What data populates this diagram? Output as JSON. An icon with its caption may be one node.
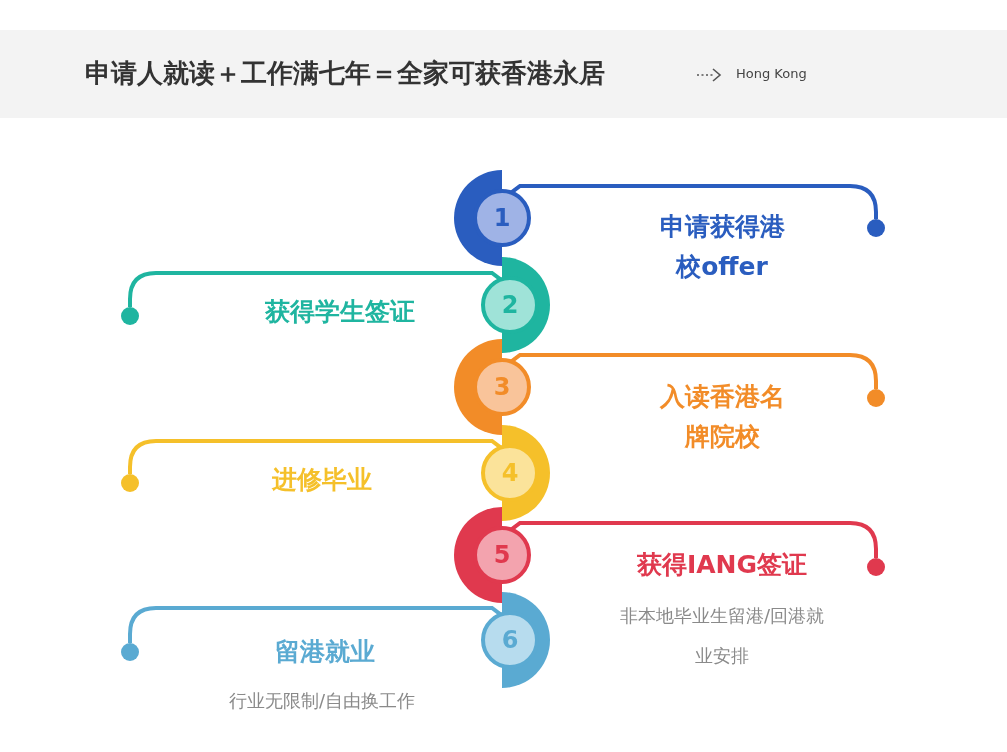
{
  "diagram": {
    "title": "申请人就读＋工作满七年＝全家可获香港永居",
    "nodes": [
      {
        "text": [
          "1"
        ]
      },
      {
        "text": [
          "2"
        ]
      },
      {
        "text": [
          "3"
        ]
      },
      {
        "text": [
          "4"
        ]
      },
      {
        "text": [
          "5"
        ]
      },
      {
        "text": [
          "6"
        ]
      },
      {
        "text": [],
        "shape": "circle"
      },
      {
        "text": [],
        "shape": "circle"
      },
      {
        "text": [],
        "shape": "circle"
      },
      {
        "text": [],
        "shape": "circle"
      },
      {
        "text": [],
        "shape": "circle"
      },
      {
        "text": [],
        "shape": "circle"
      }
    ],
    "edges": [
      {
        "from": 0,
        "to": 6,
        "arrow": "none",
        "color": "#2a5dbf"
      },
      {
        "from": 1,
        "to": 7,
        "arrow": "none",
        "color": "#1fb5a0"
      },
      {
        "from": 2,
        "to": 8,
        "arrow": "none",
        "color": "#f28c28"
      },
      {
        "from": 3,
        "to": 9,
        "arrow": "none",
        "color": "#f5c02a"
      },
      {
        "from": 4,
        "to": 10,
        "arrow": "none",
        "color": "#e0394e"
      },
      {
        "from": 5,
        "to": 11,
        "arrow": "none",
        "color": "#5aaad2"
      }
    ],
    "labels": [
      "Hong Kong",
      "申请获得港校offer",
      "获得学生签证",
      "入读香港名牌院校",
      "进修毕业",
      "获得IANG签证",
      "非本地毕业生留港/回港就业安排",
      "留港就业",
      "行业无限制/自由换工作"
    ]
  }
}
